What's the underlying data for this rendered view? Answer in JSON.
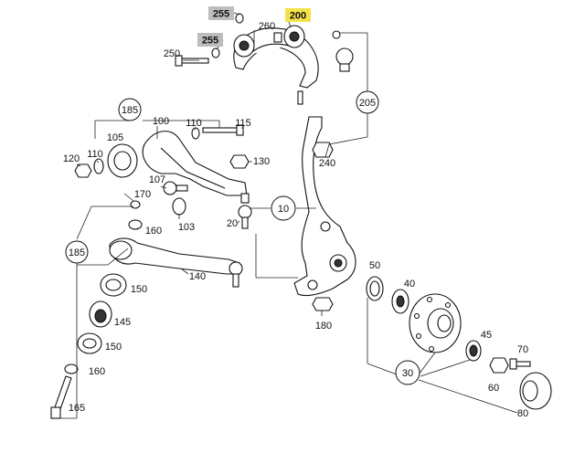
{
  "labels": {
    "l255a": "255",
    "l260": "260",
    "l200": "200",
    "l255b": "255",
    "l250": "250",
    "l205": "205",
    "l185a": "185",
    "l100": "100",
    "l110a": "110",
    "l115": "115",
    "l120": "120",
    "l110b": "110",
    "l105": "105",
    "l240": "240",
    "l130": "130",
    "l107": "107",
    "l170": "170",
    "l103": "103",
    "l160a": "160",
    "l20": "20",
    "l10": "10",
    "l185b": "185",
    "l140": "140",
    "l150a": "150",
    "l145": "145",
    "l150b": "150",
    "l160b": "160",
    "l165": "165",
    "l50": "50",
    "l40": "40",
    "l180": "180",
    "l45": "45",
    "l70": "70",
    "l30": "30",
    "l60": "60",
    "l80": "80"
  },
  "colors": {
    "gray_box": "#bdbdbd",
    "yellow_box": "#f5e24a",
    "line": "#222222"
  }
}
